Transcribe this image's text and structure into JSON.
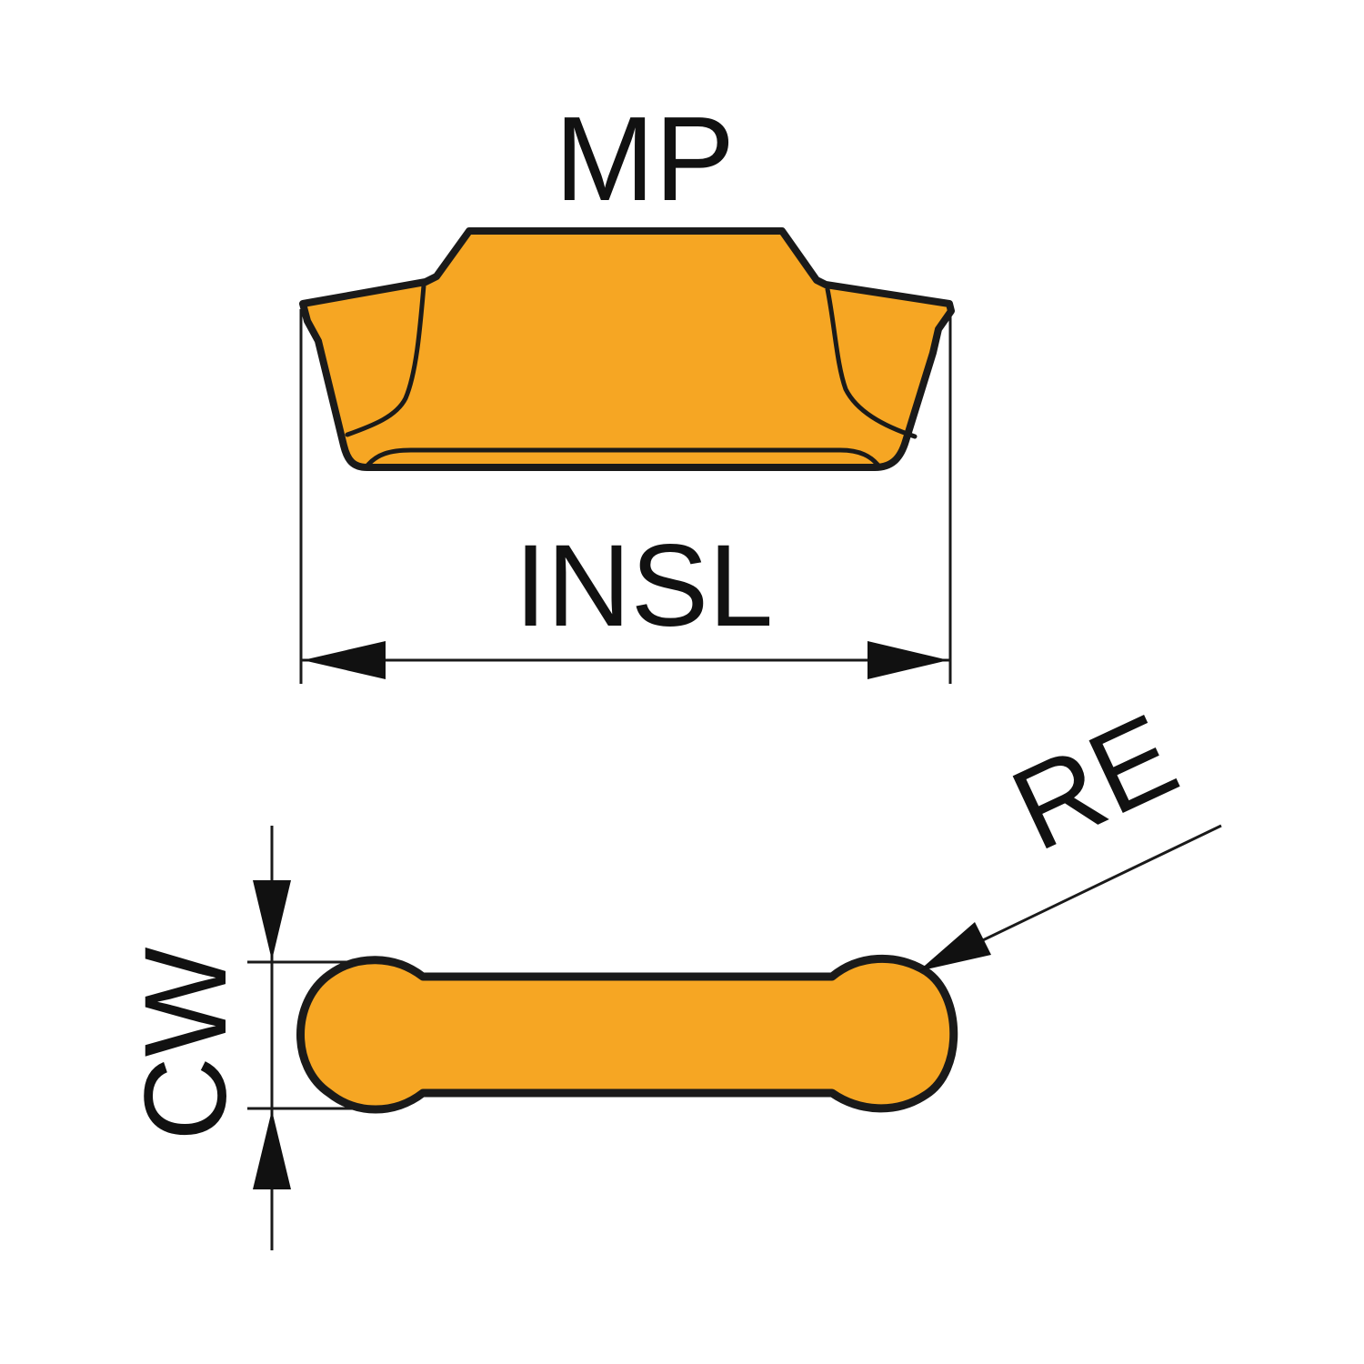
{
  "labels": {
    "top_geometry": "MP",
    "insert_length": "INSL",
    "corner_radius": "RE",
    "cutting_width": "CW"
  },
  "colors": {
    "insert_fill": "#F6A623",
    "outline": "#1A1A1A",
    "background": "#FFFFFF"
  }
}
